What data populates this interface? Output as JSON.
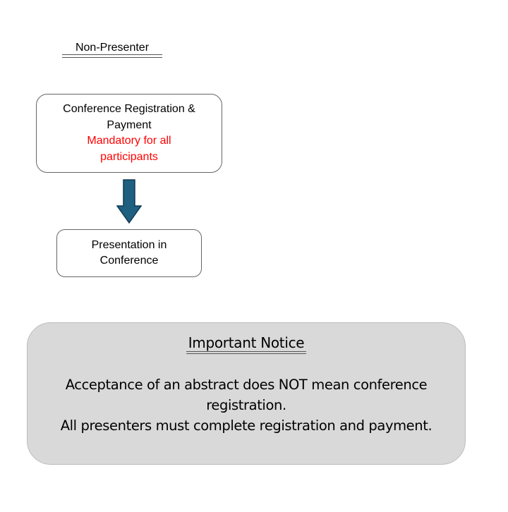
{
  "heading": {
    "label": "Non-Presenter"
  },
  "steps": [
    {
      "title_line1": "Conference Registration &",
      "title_line2": "Payment",
      "note_line1": "Mandatory for all",
      "note_line2": "participants",
      "note_color": "#ff0000"
    },
    {
      "title_line1": "Presentation in",
      "title_line2": "Conference"
    }
  ],
  "arrow": {
    "icon": "down-arrow-icon",
    "color": "#1f5f7f",
    "outline": "#0e3a52"
  },
  "notice": {
    "title": "Important Notice",
    "lines": [
      "Acceptance of an abstract does NOT mean conference",
      "registration.",
      "All presenters must complete registration and payment."
    ],
    "background": "#d9d9d9"
  }
}
